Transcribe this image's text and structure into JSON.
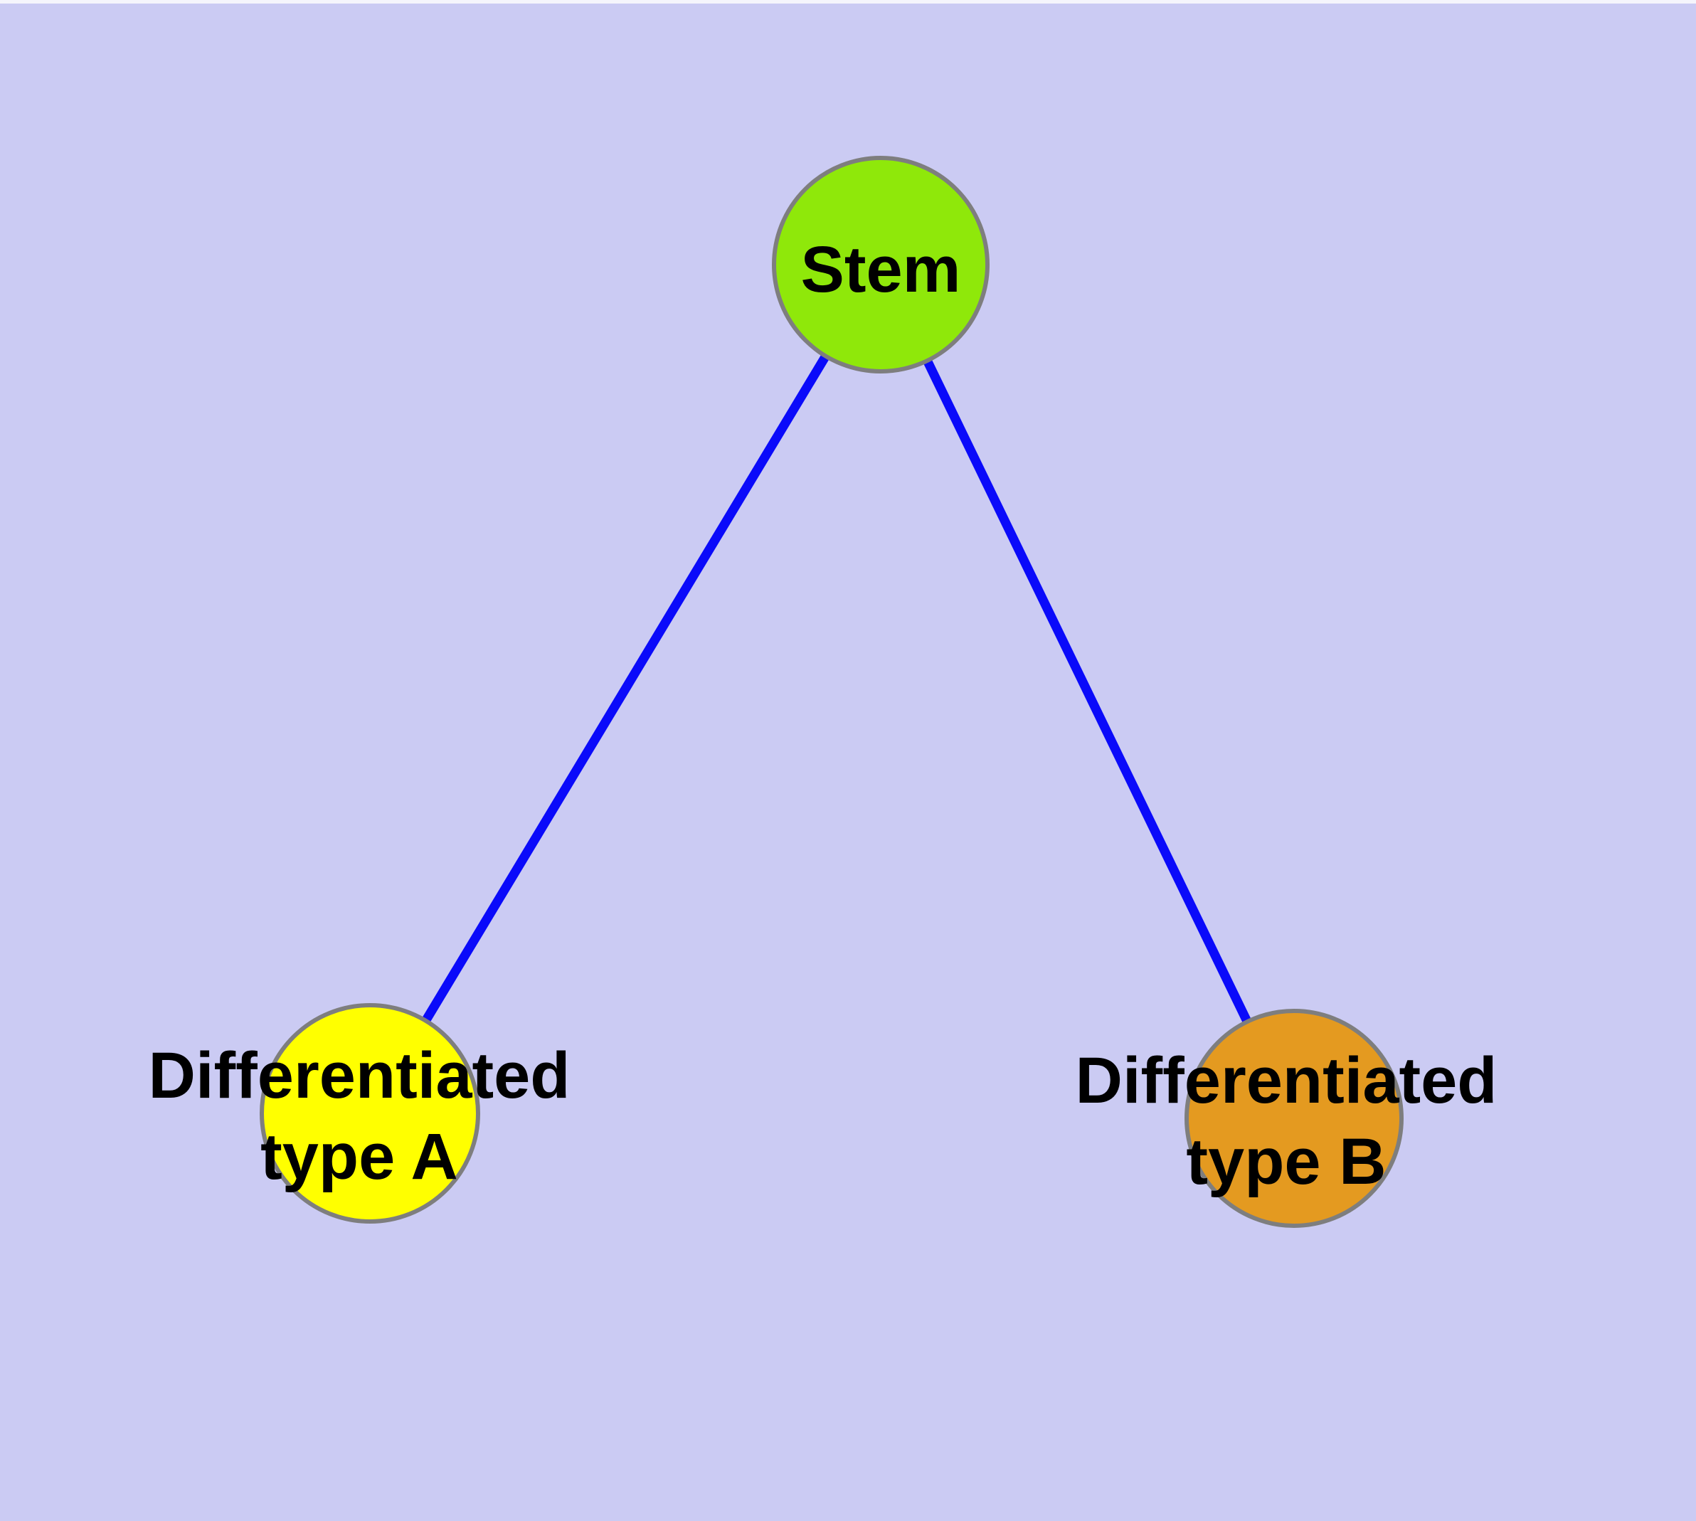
{
  "canvas": {
    "background_color": "#CBCBF3",
    "top_strip_color": "#F5F5FC"
  },
  "diagram": {
    "edge_color": "#0A0AFA",
    "node_border_color": "#7E7E7E",
    "text_color": "#000000",
    "nodes": [
      {
        "id": "stem",
        "lines": [
          "Stem"
        ],
        "fill": "#8FE80A"
      },
      {
        "id": "differentiated-type-a",
        "lines": [
          "Differentiated",
          "type A"
        ],
        "fill": "#FFFF00"
      },
      {
        "id": "differentiated-type-b",
        "lines": [
          "Differentiated",
          "type B"
        ],
        "fill": "#E49A20"
      }
    ],
    "edges": [
      {
        "from": "stem",
        "to": "differentiated-type-a"
      },
      {
        "from": "stem",
        "to": "differentiated-type-b"
      }
    ]
  }
}
